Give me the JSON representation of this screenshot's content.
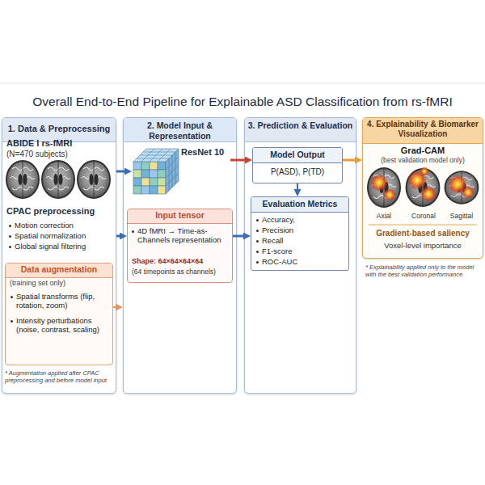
{
  "diagram": {
    "title": "Overall End-to-End Pipeline for Explainable ASD Classification from rs-fMRI",
    "nodes": [
      {
        "text": [
          "1. Data & Preprocessing",
          "ABIDE I rs-fMRI",
          "(N=470 subjects)",
          "CPAC preprocessing",
          "Motion correction",
          "Spatial normalization",
          "Global signal filtering",
          "* Augmentation applied after CPAC preprocessing and before model input"
        ]
      },
      {
        "text": [
          "Data augmentation",
          "(training set only)",
          "Spatial transforms (flip, rotation, zoom)",
          "Intensity perturbations (noise, contrast, scaling)"
        ],
        "in": 0
      },
      {
        "text": [
          "2. Model Input & Representation"
        ]
      },
      {
        "text": [
          "ResNet 10"
        ],
        "in": 2
      },
      {
        "text": [
          "Input tensor",
          "4D fMRI → Time-as-Channels representation",
          "Shape: 64×64×64×64",
          "(64 timepoints as channels)"
        ],
        "in": 2
      },
      {
        "text": [
          "3. Prediction & Evaluation"
        ]
      },
      {
        "text": [
          "Model Output",
          "P(ASD), P(TD)"
        ],
        "in": 5
      },
      {
        "text": [
          "Evaluation Metrics",
          "Accuracy,",
          "Precision",
          "Recall",
          "F1-score",
          "ROC-AUC"
        ],
        "in": 5
      },
      {
        "text": [
          "4. Explainability & Biomarker Visualization",
          "Grad-CAM",
          "(best validation model only)",
          "Axial",
          "Coronal",
          "Sagittal",
          "Gradient-based saliency",
          "Voxel-level importance"
        ]
      }
    ],
    "edges": [
      {
        "from": 0,
        "to": 3,
        "arrow": "to"
      },
      {
        "from": 0,
        "to": 4,
        "arrow": "to"
      },
      {
        "from": 1,
        "to": 2,
        "arrow": "to"
      },
      {
        "from": 3,
        "to": 6,
        "arrow": "to"
      },
      {
        "from": 4,
        "to": 7,
        "arrow": "to"
      },
      {
        "from": 6,
        "to": 7,
        "arrow": "to"
      },
      {
        "from": 6,
        "to": 8,
        "arrow": "to"
      }
    ],
    "labels": [
      "* Explainability applied only to the model with the best validation performance."
    ]
  }
}
